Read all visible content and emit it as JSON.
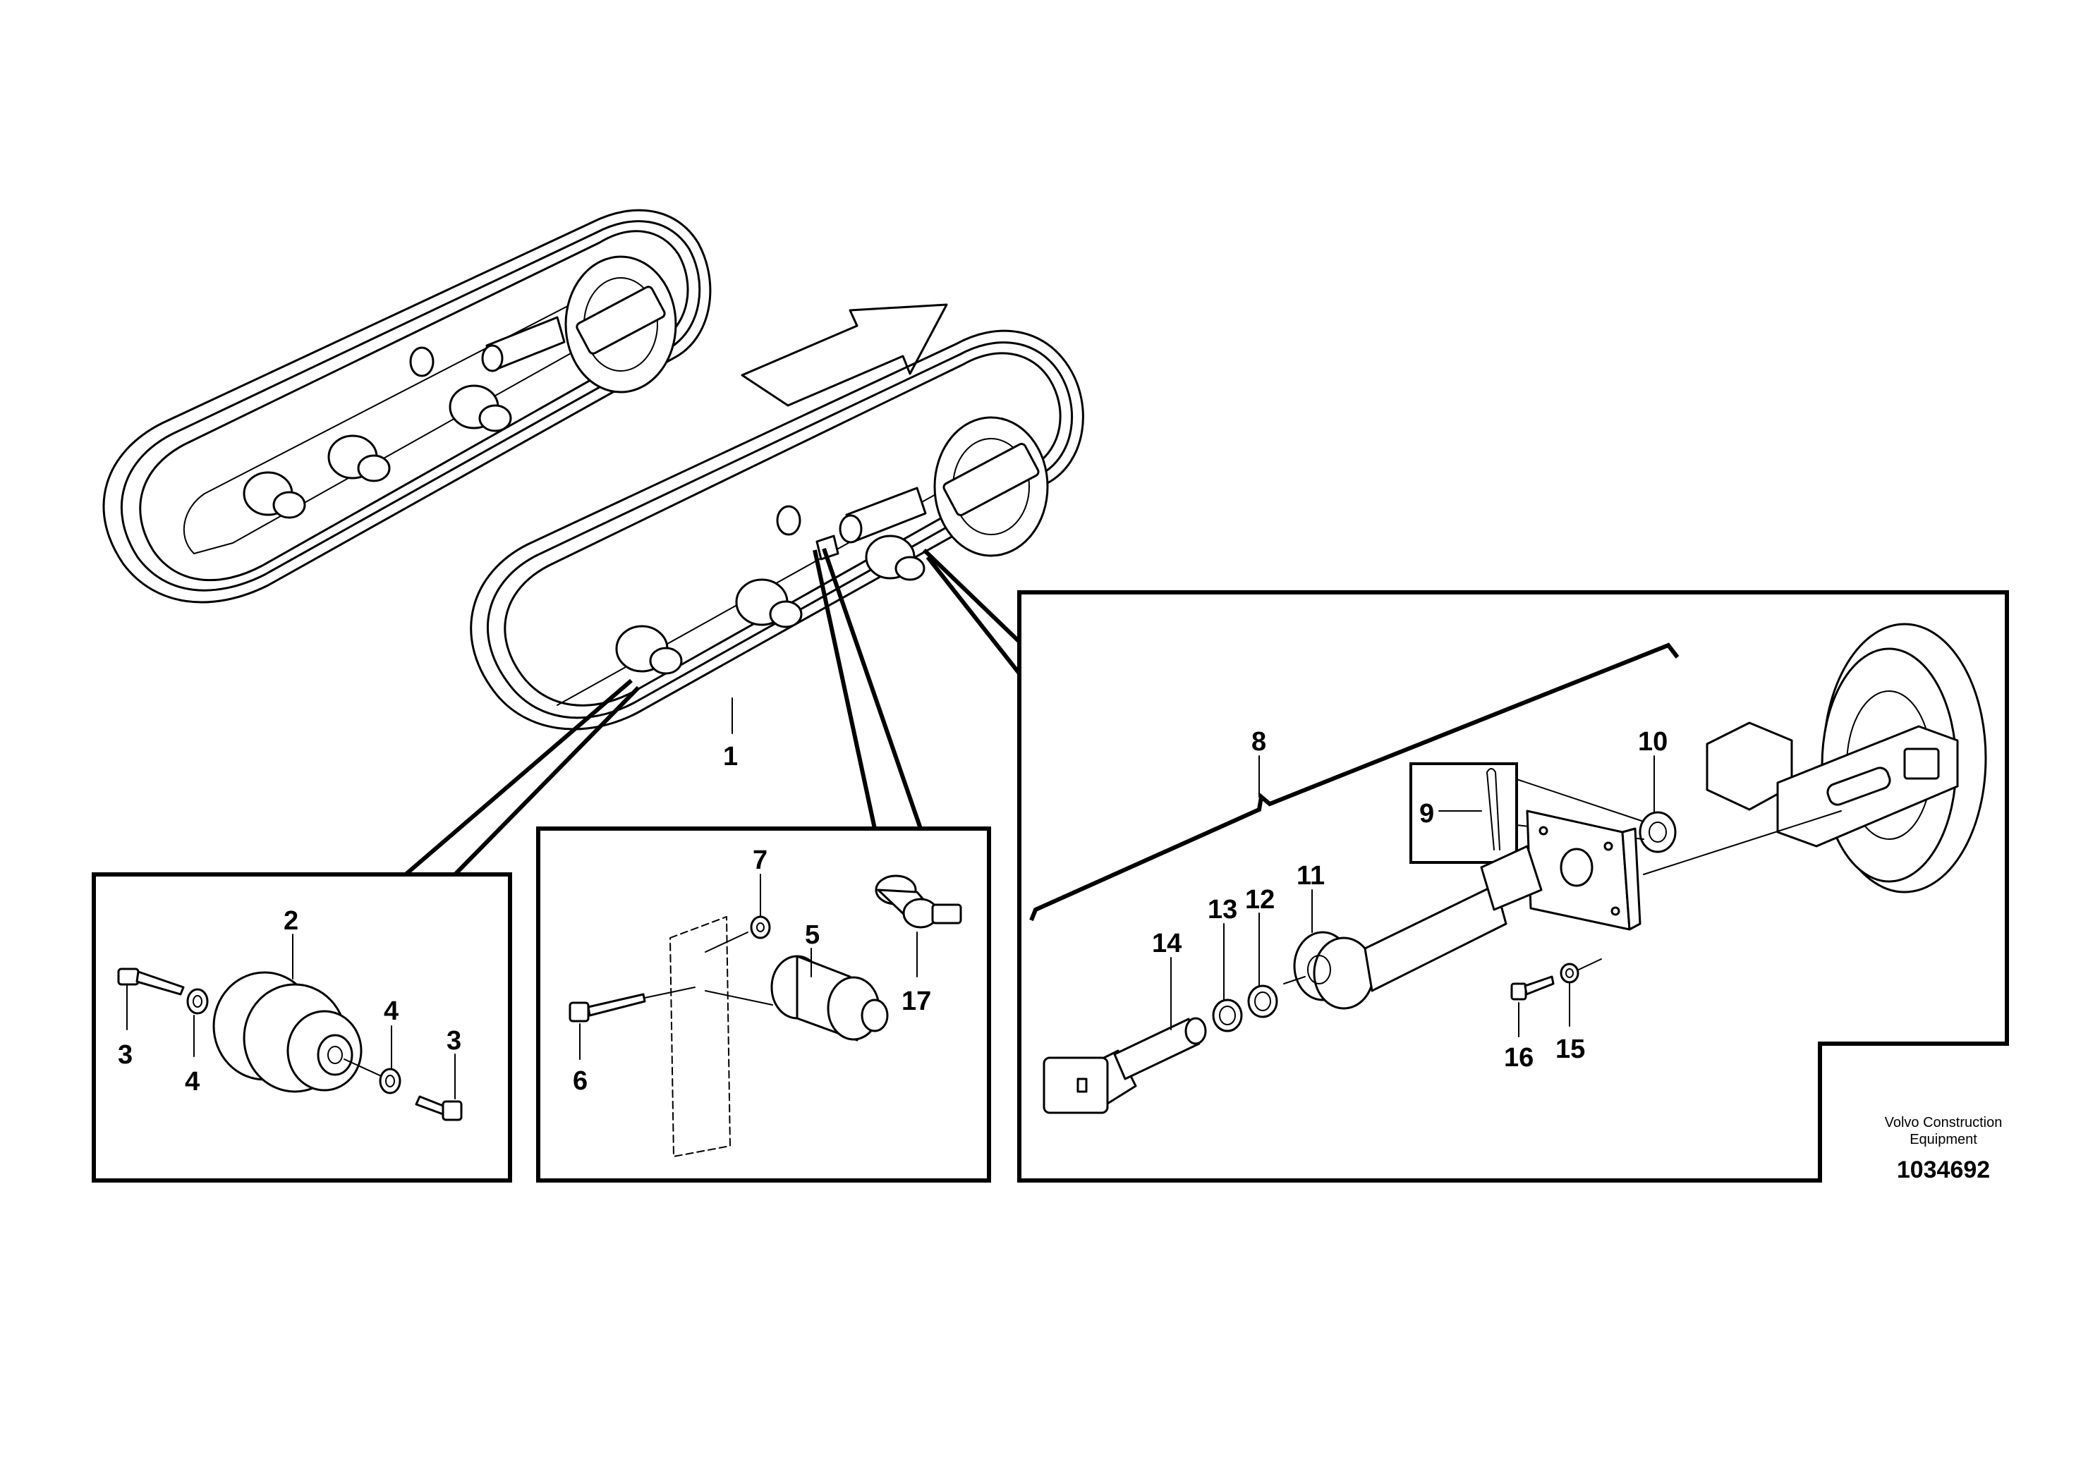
{
  "callouts": {
    "c1": "1",
    "c2": "2",
    "c3a": "3",
    "c3b": "3",
    "c4a": "4",
    "c4b": "4",
    "c5": "5",
    "c6": "6",
    "c7": "7",
    "c8": "8",
    "c9": "9",
    "c10": "10",
    "c11": "11",
    "c12": "12",
    "c13": "13",
    "c14": "14",
    "c15": "15",
    "c16": "16",
    "c17": "17"
  },
  "footer": {
    "company_line1": "Volvo Construction",
    "company_line2": "Equipment",
    "drawing_number": "1034692"
  },
  "icons": {
    "direction": "direction-arrow-icon"
  }
}
